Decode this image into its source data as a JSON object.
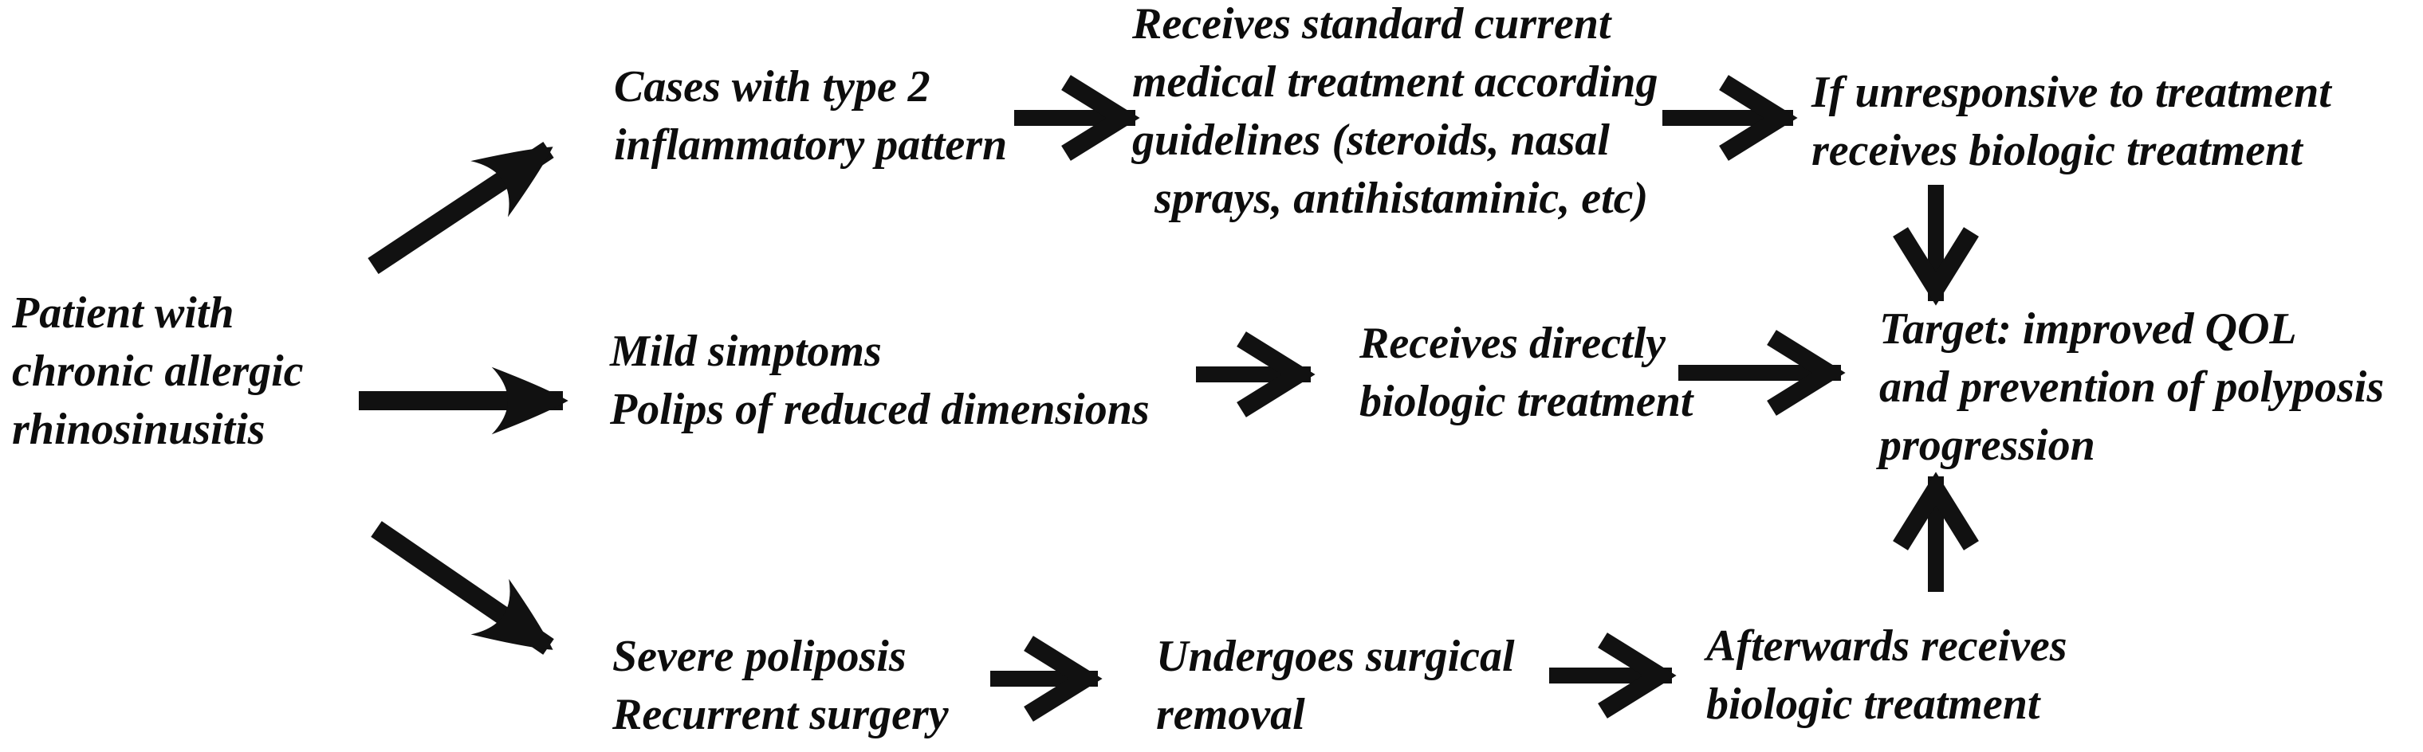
{
  "diagram": {
    "title": "Treatment pathway flowchart for chronic allergic rhinosinusitis",
    "background_color": "#ffffff",
    "ink_color": "#111111",
    "nodes": {
      "patient": {
        "text": "Patient with\nchronic allergic\nrhinosinusitis"
      },
      "type2": {
        "text": "Cases with type 2\ninflammatory pattern"
      },
      "standard": {
        "text": "Receives standard current\nmedical treatment according\nguidelines (steroids, nasal\n  sprays, antihistaminic, etc)"
      },
      "unresponsive": {
        "text": "If unresponsive to treatment\nreceives biologic treatment"
      },
      "target": {
        "text": "Target: improved QOL\nand prevention of polyposis\nprogression"
      },
      "mild": {
        "text": "Mild simptoms\nPolips of reduced dimensions"
      },
      "directly": {
        "text": "Receives directly\nbiologic treatment"
      },
      "severe": {
        "text": "Severe poliposis\nRecurrent surgery"
      },
      "undergoes": {
        "text": "Undergoes surgical\nremoval"
      },
      "afterwards": {
        "text": "Afterwards receives\nbiologic treatment"
      }
    },
    "edges": [
      {
        "from": "patient",
        "to": "type2",
        "style": "curved-head"
      },
      {
        "from": "patient",
        "to": "mild",
        "style": "curved-head"
      },
      {
        "from": "patient",
        "to": "severe",
        "style": "curved-head"
      },
      {
        "from": "type2",
        "to": "standard",
        "style": "chevron-head"
      },
      {
        "from": "standard",
        "to": "unresponsive",
        "style": "chevron-head"
      },
      {
        "from": "unresponsive",
        "to": "target",
        "style": "chevron-head"
      },
      {
        "from": "mild",
        "to": "directly",
        "style": "chevron-head"
      },
      {
        "from": "directly",
        "to": "target",
        "style": "chevron-head"
      },
      {
        "from": "severe",
        "to": "undergoes",
        "style": "chevron-head"
      },
      {
        "from": "undergoes",
        "to": "afterwards",
        "style": "chevron-head"
      },
      {
        "from": "afterwards",
        "to": "target",
        "style": "chevron-head"
      }
    ]
  }
}
